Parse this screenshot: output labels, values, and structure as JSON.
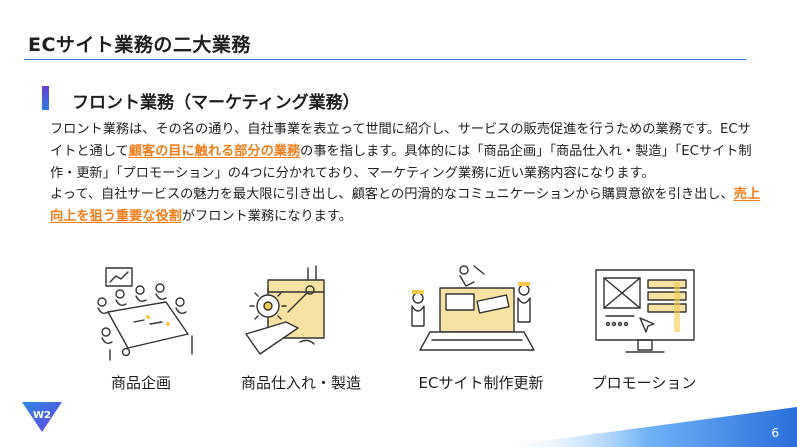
{
  "slide": {
    "title": "ECサイト業務の二大業務",
    "section_title": "フロント業務（マーケティング業務）",
    "paragraph1_a": "フロント業務は、その名の通り、自社事業を表立って世間に紹介し、サービスの販売促進を行うための業務です。ECサイトと通して",
    "paragraph1_hl": "顧客の目に触れる部分の業務",
    "paragraph1_b": "の事を指します。具体的には「商品企画」「商品仕入れ・製造」「ECサイト制作・更新」「プロモーション」の4つに分かれており、マーケティング業務に近い業務内容になります。",
    "paragraph2_a": "よって、自社サービスの魅力を最大限に引き出し、顧客との円滑的なコミュニケーションから購買意欲を引き出し、",
    "paragraph2_hl": "売上向上を狙う重要な役割",
    "paragraph2_b": "がフロント業務になります。",
    "items": [
      {
        "label": "商品企画",
        "icon": "meeting-illustration"
      },
      {
        "label": "商品仕入れ・製造",
        "icon": "gear-wrench-illustration"
      },
      {
        "label": "ECサイト制作更新",
        "icon": "laptop-workers-illustration"
      },
      {
        "label": "プロモーション",
        "icon": "monitor-wireframe-illustration"
      }
    ],
    "logo_text": "W2",
    "page_number": "6",
    "colors": {
      "accent": "#2f73c8",
      "highlight": "#f07d1a",
      "illustration_yellow": "#f2c94c"
    }
  }
}
